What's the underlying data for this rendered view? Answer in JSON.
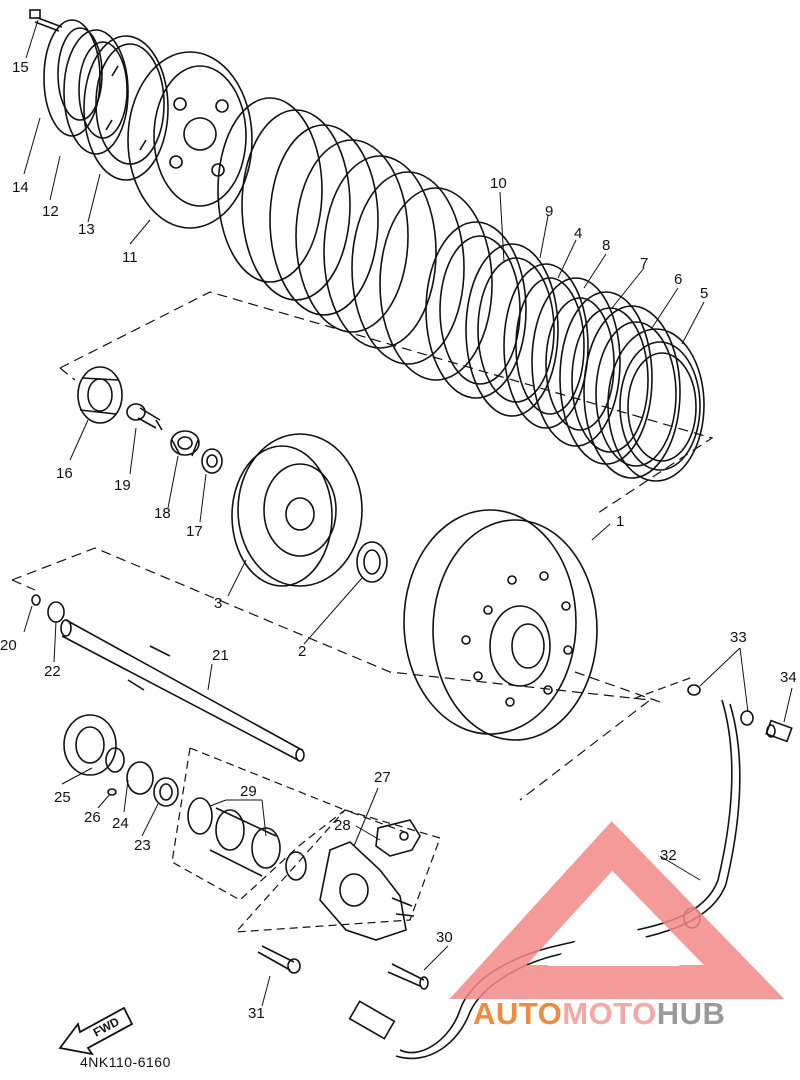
{
  "diagram": {
    "catalog_code": "4NK110-6160",
    "fwd_label": "FWD",
    "callouts": [
      "1",
      "2",
      "3",
      "4",
      "5",
      "6",
      "7",
      "8",
      "9",
      "10",
      "11",
      "12",
      "13",
      "14",
      "15",
      "16",
      "17",
      "18",
      "19",
      "20",
      "21",
      "22",
      "23",
      "24",
      "25",
      "26",
      "27",
      "28",
      "29",
      "30",
      "31",
      "32",
      "33",
      "34"
    ]
  },
  "watermark": {
    "part1": "AUTO",
    "part2": "MOTO",
    "part3": "HUB",
    "colors": {
      "triangle": "#f28a87",
      "auto": "#f08a3c",
      "moto": "#f4a9a5",
      "hub": "#9a9a9a"
    }
  }
}
